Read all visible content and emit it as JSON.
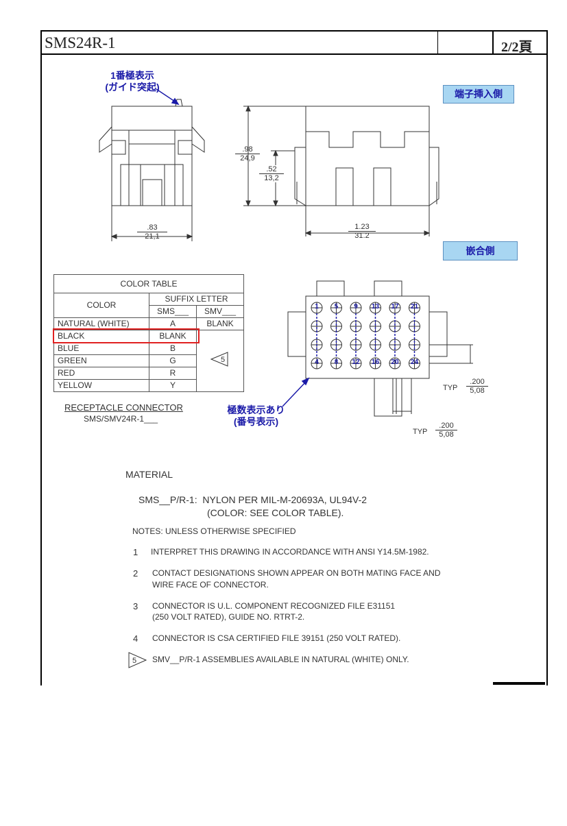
{
  "header": {
    "title": "SMS24R-1",
    "page": "2/2頁"
  },
  "annotations": {
    "pin1_line1": "1番極表示",
    "pin1_line2": "(ガイド突起)",
    "terminal_side": "端子挿入側",
    "mating_side": "嵌合側",
    "polarity_line1": "極数表示あり",
    "polarity_line2": "(番号表示)"
  },
  "dimensions": {
    "width_in": ".83",
    "width_mm": "21,1",
    "height_in": ".98",
    "height_mm": "24,9",
    "inner_in": ".52",
    "inner_mm": "13,2",
    "length_in": "1.23",
    "length_mm": "31.2",
    "pitch_prefix": "TYP",
    "pitch_in": ".200",
    "pitch_mm": "5,08"
  },
  "pin_numbers": {
    "circled": [
      "1",
      "5",
      "9",
      "13",
      "17",
      "21",
      "4",
      "8",
      "12",
      "16",
      "20",
      "24"
    ]
  },
  "color_table": {
    "title": "COLOR TABLE",
    "color_header": "COLOR",
    "suffix_header": "SUFFIX LETTER",
    "sms_header": "SMS___",
    "smv_header": "SMV___",
    "rows": [
      {
        "color": "NATURAL (WHITE)",
        "sms": "A",
        "smv": "BLANK"
      },
      {
        "color": "BLACK",
        "sms": "BLANK"
      },
      {
        "color": "BLUE",
        "sms": "B"
      },
      {
        "color": "GREEN",
        "sms": "G"
      },
      {
        "color": "RED",
        "sms": "R"
      },
      {
        "color": "YELLOW",
        "sms": "Y"
      }
    ],
    "note_flag": "5"
  },
  "receptacle": {
    "line1": "RECEPTACLE CONNECTOR",
    "line2": "SMS/SMV24R-1___"
  },
  "material": {
    "heading": "MATERIAL",
    "line1": "SMS__P/R-1:  NYLON PER MIL-M-20693A, UL94V-2",
    "line2": "(COLOR: SEE COLOR TABLE)."
  },
  "notes": {
    "heading": "NOTES: UNLESS OTHERWISE SPECIFIED",
    "items": [
      {
        "num": "1",
        "line1": "INTERPRET THIS DRAWING IN ACCORDANCE WITH ANSI Y14.5M-1982.",
        "line2": ""
      },
      {
        "num": "2",
        "line1": "CONTACT DESIGNATIONS SHOWN APPEAR ON BOTH MATING FACE AND",
        "line2": "WIRE FACE OF CONNECTOR."
      },
      {
        "num": "3",
        "line1": "CONNECTOR IS U.L. COMPONENT RECOGNIZED FILE E31151",
        "line2": "(250 VOLT RATED), GUIDE NO. RTRT-2."
      },
      {
        "num": "4",
        "line1": "CONNECTOR IS CSA CERTIFIED FILE 39151 (250 VOLT RATED).",
        "line2": ""
      },
      {
        "num": "5",
        "line1": "SMV__P/R-1 ASSEMBLIES AVAILABLE IN NATURAL (WHITE) ONLY.",
        "line2": ""
      }
    ]
  },
  "colors": {
    "annotation_blue": "#1a1aa8",
    "label_bg": "#a8d6f2",
    "highlight_red": "#e02020"
  }
}
